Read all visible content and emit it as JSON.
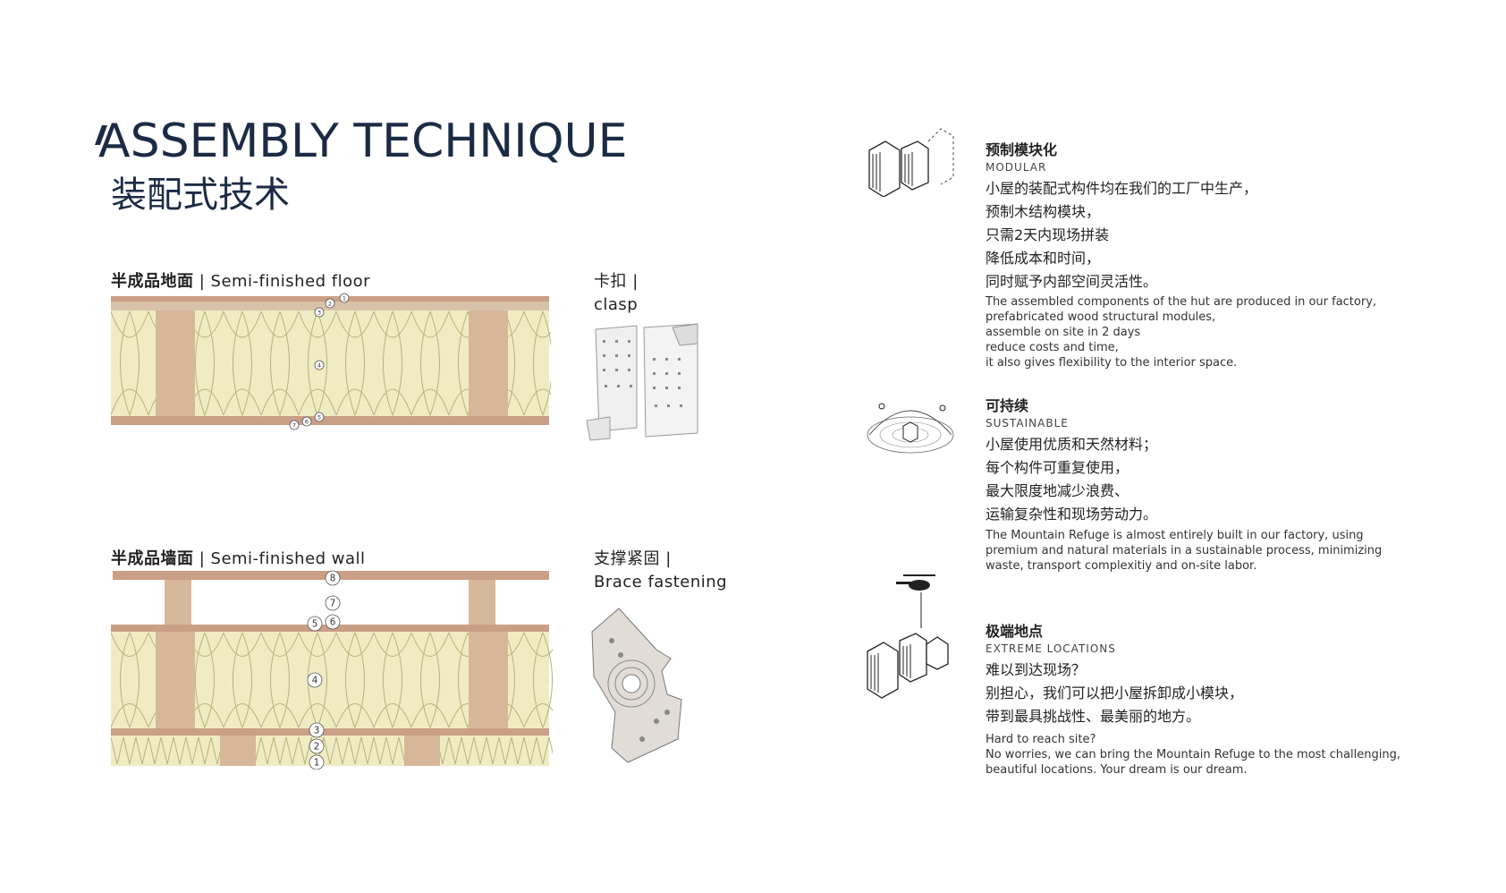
{
  "header": {
    "title_en": "ASSEMBLY TECHNIQUE",
    "title_zh": "装配式技术"
  },
  "floor": {
    "label_zh": "半成品地面",
    "separator": " | ",
    "label_en": "Semi-finished floor",
    "markers": [
      "1",
      "2",
      "3",
      "4",
      "5",
      "6",
      "7"
    ]
  },
  "clasp": {
    "label_zh": "卡扣 |",
    "label_en": "clasp"
  },
  "wall": {
    "label_zh": "半成品墙面",
    "separator": " | ",
    "label_en": "Semi-finished wall",
    "markers": [
      "1",
      "2",
      "3",
      "4",
      "5",
      "6",
      "7",
      "8"
    ]
  },
  "brace": {
    "label_zh": "支撑紧固 |",
    "label_en": "Brace fastening"
  },
  "colors": {
    "title": "#1c2b44",
    "insulation": "#efecc3",
    "timber": "#d7b79a",
    "board": "#c99f86"
  },
  "sections": [
    {
      "icon": "modular-blocks-icon",
      "title_zh": "预制模块化",
      "title_en": "MODULAR",
      "lines_zh": [
        "小屋的装配式构件均在我们的工厂中生产，",
        "预制木结构模块，",
        "只需2天内现场拼装",
        "降低成本和时间，",
        "同时赋予内部空间灵活性。"
      ],
      "lines_en": [
        "The assembled components of the hut are produced in our factory,",
        "prefabricated wood structural modules,",
        "assemble on site in 2 days",
        "reduce costs and time,",
        "it also gives flexibility to the interior space."
      ]
    },
    {
      "icon": "sun-path-icon",
      "title_zh": "可持续",
      "title_en": "SUSTAINABLE",
      "lines_zh": [
        "小屋使用优质和天然材料；",
        "每个构件可重复使用，",
        "最大限度地减少浪费、",
        "运输复杂性和现场劳动力。"
      ],
      "lines_en": [
        "The Mountain Refuge is almost entirely built in our factory, using",
        "premium and natural materials in a sustainable process, minimizing",
        "waste, transport complexitiy and on-site labor."
      ]
    },
    {
      "icon": "helicopter-delivery-icon",
      "title_zh": "极端地点",
      "title_en": "EXTREME LOCATIONS",
      "lines_zh": [
        "难以到达现场？",
        "别担心，我们可以把小屋拆卸成小模块，",
        "带到最具挑战性、最美丽的地方。"
      ],
      "lines_en": [
        "Hard to reach site?",
        "No worries, we can bring the Mountain Refuge to the most challenging,",
        "beautiful locations. Your dream is our dream."
      ]
    }
  ]
}
